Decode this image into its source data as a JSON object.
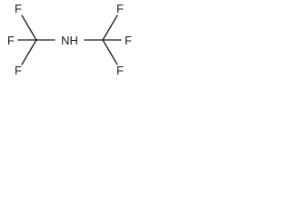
{
  "molecule": {
    "atoms": [
      {
        "id": "F1",
        "label": "F"
      },
      {
        "id": "F2",
        "label": "F"
      },
      {
        "id": "F3",
        "label": "F"
      },
      {
        "id": "NH",
        "label": "NH"
      },
      {
        "id": "F4",
        "label": "F"
      },
      {
        "id": "F5",
        "label": "F"
      },
      {
        "id": "F6",
        "label": "F"
      }
    ]
  }
}
